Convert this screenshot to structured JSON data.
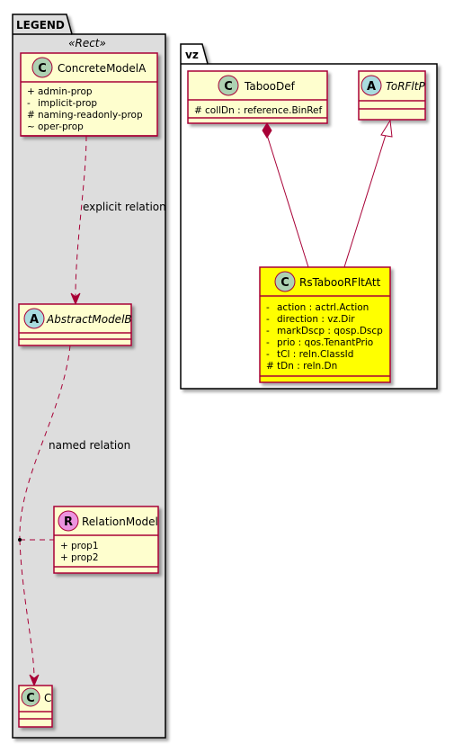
{
  "colors": {
    "package_fill_legend": "#DDDDDD",
    "package_fill_vz": "#FFFFFF",
    "class_fill": "#FEFECE",
    "class_fill_highlight": "#FFFF00",
    "border": "#A80036",
    "circle_class": "#ADD1B2",
    "circle_abstract": "#A9DCDF",
    "circle_relation": "#EB93DF"
  },
  "legend": {
    "title": "LEGEND",
    "stereotype": "«Rect»",
    "concrete": {
      "circle_letter": "C",
      "name": "ConcreteModelA",
      "attrs": [
        {
          "vis": "+",
          "text": "admin-prop"
        },
        {
          "vis": "-",
          "text": "implicit-prop"
        },
        {
          "vis": "#",
          "text": "naming-readonly-prop"
        },
        {
          "vis": "~",
          "text": "oper-prop"
        }
      ]
    },
    "abstract": {
      "circle_letter": "A",
      "name": "AbstractModelB"
    },
    "relation": {
      "circle_letter": "R",
      "name": "RelationModel",
      "attrs": [
        {
          "vis": "+",
          "text": "prop1"
        },
        {
          "vis": "+",
          "text": "prop2"
        }
      ]
    },
    "target": {
      "circle_letter": "C",
      "name": "C"
    },
    "edge_explicit": "explicit relation",
    "edge_named": "named relation"
  },
  "vz": {
    "title": "vz",
    "taboodef": {
      "circle_letter": "C",
      "name": "TabooDef",
      "attrs": [
        {
          "vis": "#",
          "text": "collDn : reference.BinRef"
        }
      ]
    },
    "torfltp": {
      "circle_letter": "A",
      "name": "ToRFltP"
    },
    "rstaboo": {
      "circle_letter": "C",
      "name": "RsTabooRFltAtt",
      "attrs": [
        {
          "vis": "-",
          "text": "action : actrl.Action"
        },
        {
          "vis": "-",
          "text": "direction : vz.Dir"
        },
        {
          "vis": "-",
          "text": "markDscp : qosp.Dscp"
        },
        {
          "vis": "-",
          "text": "prio : qos.TenantPrio"
        },
        {
          "vis": "-",
          "text": "tCl : reln.ClassId"
        },
        {
          "vis": "#",
          "text": "tDn : reln.Dn"
        }
      ]
    }
  }
}
